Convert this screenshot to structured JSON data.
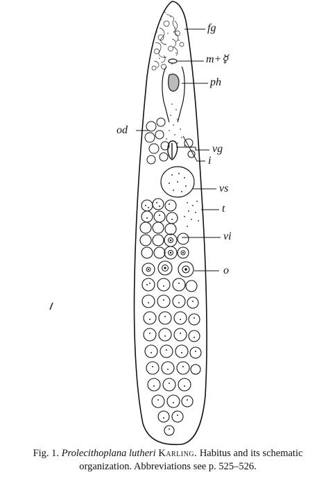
{
  "figure": {
    "labels": {
      "fg": "fg",
      "m": "m+☿",
      "ph": "ph",
      "od": "od",
      "vg": "vg",
      "i": "i",
      "vs": "vs",
      "t": "t",
      "vi": "vi",
      "o": "o"
    }
  },
  "caption": {
    "fig_number": "Fig. 1.",
    "species": "Prolecithoplana lutheri",
    "author": "Karling.",
    "text_line1": "Habitus and its schematic",
    "text_line2": "organization. Abbreviations see p. 525–526."
  },
  "colors": {
    "ink": "#111111",
    "paper": "#ffffff"
  }
}
